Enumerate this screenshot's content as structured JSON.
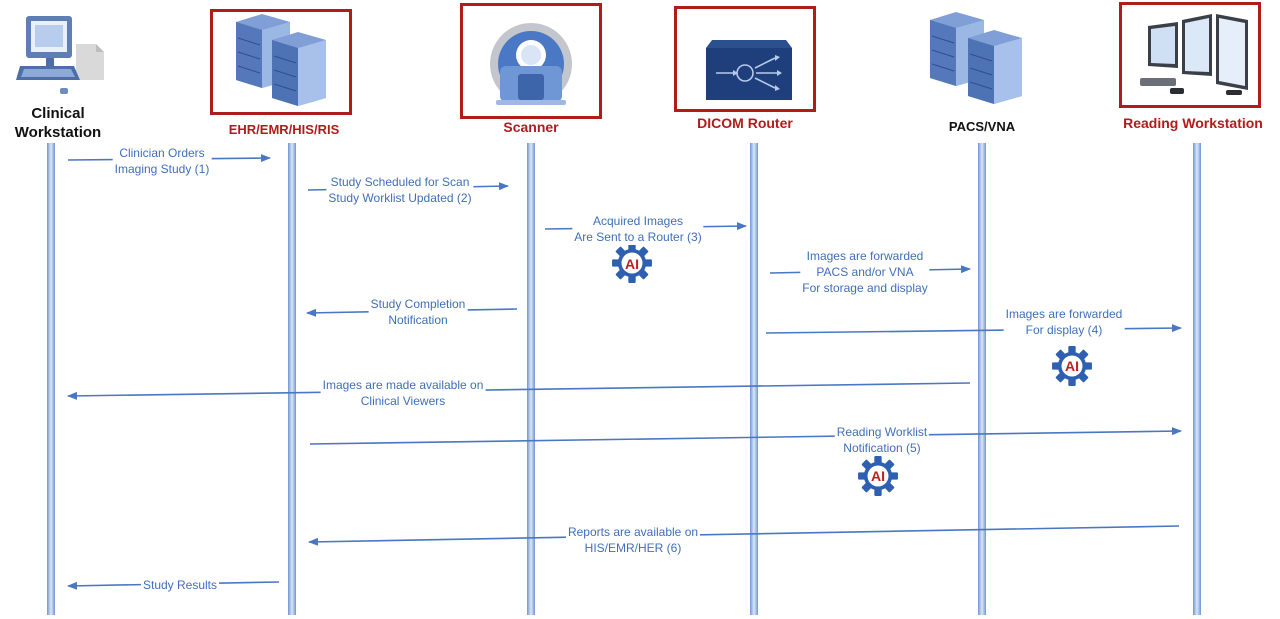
{
  "participants": [
    {
      "id": "clinical",
      "label_line1": "Clinical",
      "label_line2": "Workstation",
      "highlighted": false,
      "icon": "computer-workstation-icon"
    },
    {
      "id": "ehr",
      "label_line1": "EHR/EMR/HIS/RIS",
      "label_line2": "",
      "highlighted": true,
      "icon": "server-rack-icon"
    },
    {
      "id": "scanner",
      "label_line1": "Scanner",
      "label_line2": "",
      "highlighted": true,
      "icon": "scanner-icon"
    },
    {
      "id": "router",
      "label_line1": "DICOM Router",
      "label_line2": "",
      "highlighted": true,
      "icon": "router-icon"
    },
    {
      "id": "pacs",
      "label_line1": "PACS/VNA",
      "label_line2": "",
      "highlighted": false,
      "icon": "server-rack-icon"
    },
    {
      "id": "reading",
      "label_line1": "Reading Workstation",
      "label_line2": "",
      "highlighted": true,
      "icon": "multi-monitor-icon"
    }
  ],
  "messages": [
    {
      "id": "m1",
      "line1": "Clinician Orders",
      "line2": "Imaging Study (1)",
      "line3": ""
    },
    {
      "id": "m2",
      "line1": "Study Scheduled for Scan",
      "line2": "Study Worklist Updated (2)",
      "line3": ""
    },
    {
      "id": "m3",
      "line1": "Acquired Images",
      "line2": "Are Sent to a Router (3)",
      "line3": ""
    },
    {
      "id": "m4",
      "line1": "Images are forwarded",
      "line2": "PACS and/or VNA",
      "line3": "For storage and display"
    },
    {
      "id": "m5",
      "line1": "Study Completion",
      "line2": "Notification",
      "line3": ""
    },
    {
      "id": "m6",
      "line1": "Images are forwarded",
      "line2": "For display (4)",
      "line3": ""
    },
    {
      "id": "m7",
      "line1": "Images are made available on",
      "line2": "Clinical Viewers",
      "line3": ""
    },
    {
      "id": "m8",
      "line1": "Reading Worklist",
      "line2": "Notification (5)",
      "line3": ""
    },
    {
      "id": "m9",
      "line1": "Reports are available on",
      "line2": "HIS/EMR/HER (6)",
      "line3": ""
    },
    {
      "id": "m10",
      "line1": "Study Results",
      "line2": "",
      "line3": ""
    }
  ],
  "ai_badge": {
    "label": "AI",
    "count": 3
  },
  "colors": {
    "accent_red": "#b01c1c",
    "arrow_blue": "#4a77c2",
    "text_blue": "#3f6fb9",
    "lifeline": "#8fb0e0",
    "gear_blue": "#2e5fb0"
  }
}
